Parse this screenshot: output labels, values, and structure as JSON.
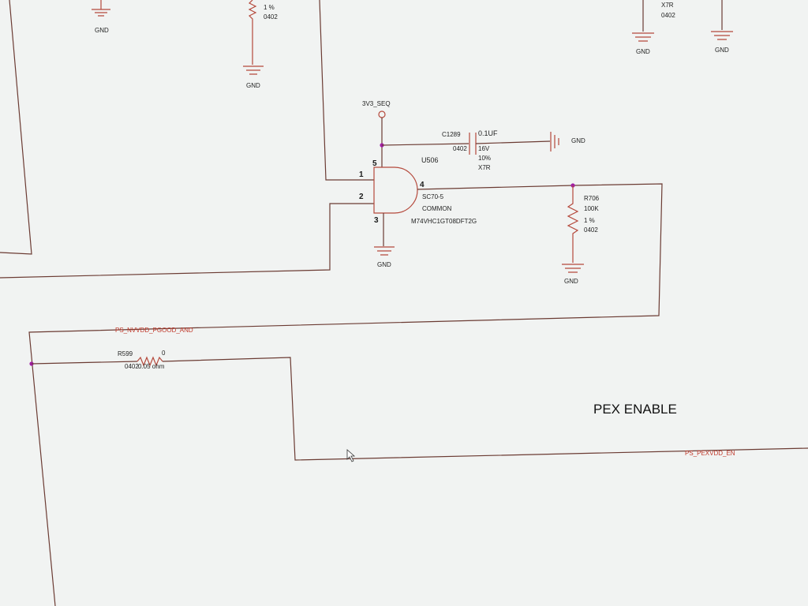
{
  "ground_label": "GND",
  "power_label": "3V3_SEQ",
  "top_resistor": {
    "tolerance": "1 %",
    "package": "0402"
  },
  "top_right_cap": {
    "dielectric": "X7R",
    "package": "0402"
  },
  "capacitor": {
    "ref": "C1289",
    "value": "0.1UF",
    "package": "0402",
    "voltage": "16V",
    "tolerance": "10%",
    "dielectric": "X7R"
  },
  "gate": {
    "ref": "U506",
    "package": "SC70-5",
    "type": "COMMON",
    "part": "M74VHC1GT08DFT2G",
    "pins": [
      "1",
      "2",
      "3",
      "4",
      "5"
    ]
  },
  "pulldown": {
    "ref": "R706",
    "value": "100K",
    "tolerance": "1 %",
    "package": "0402"
  },
  "series_resistor": {
    "ref": "R599",
    "value": "0",
    "package": "0402",
    "rating": "0.05 ohm"
  },
  "nets": {
    "pgood": "PS_NVVDD_PGOOD_AND",
    "pex_en": "PS_PEXVDD_EN"
  },
  "title": "PEX ENABLE"
}
